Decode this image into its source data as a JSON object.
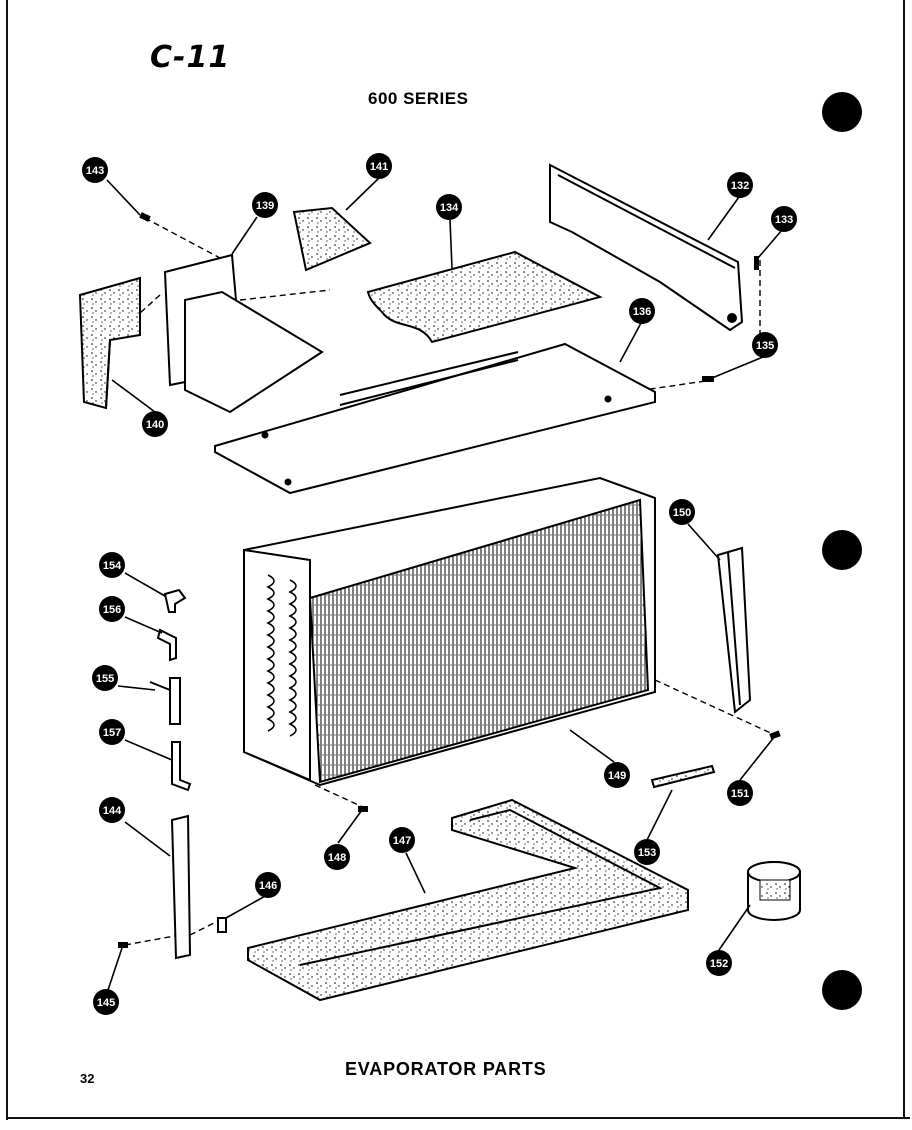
{
  "header": {
    "page_code": "C-11",
    "series_title": "600 SERIES"
  },
  "footer": {
    "page_number": "32",
    "section_title": "EVAPORATOR PARTS"
  },
  "callouts": [
    {
      "id": "c143",
      "label": "143",
      "part": "screw"
    },
    {
      "id": "c139",
      "label": "139",
      "part": "bracket"
    },
    {
      "id": "c141",
      "label": "141",
      "part": "insulation-pad"
    },
    {
      "id": "c134",
      "label": "134",
      "part": "insulation-sheet"
    },
    {
      "id": "c132",
      "label": "132",
      "part": "rear-panel"
    },
    {
      "id": "c133",
      "label": "133",
      "part": "screw"
    },
    {
      "id": "c136",
      "label": "136",
      "part": "top-panel"
    },
    {
      "id": "c135",
      "label": "135",
      "part": "screw"
    },
    {
      "id": "c140",
      "label": "140",
      "part": "side-bracket"
    },
    {
      "id": "c154",
      "label": "154",
      "part": "clip"
    },
    {
      "id": "c150",
      "label": "150",
      "part": "coil-support"
    },
    {
      "id": "c156",
      "label": "156",
      "part": "tube"
    },
    {
      "id": "c155",
      "label": "155",
      "part": "valve"
    },
    {
      "id": "c157",
      "label": "157",
      "part": "tube"
    },
    {
      "id": "c149",
      "label": "149",
      "part": "evaporator-coil"
    },
    {
      "id": "c151",
      "label": "151",
      "part": "screw"
    },
    {
      "id": "c144",
      "label": "144",
      "part": "support-post"
    },
    {
      "id": "c148",
      "label": "148",
      "part": "screw"
    },
    {
      "id": "c147",
      "label": "147",
      "part": "drain-pan-insulation"
    },
    {
      "id": "c153",
      "label": "153",
      "part": "strip"
    },
    {
      "id": "c146",
      "label": "146",
      "part": "clip"
    },
    {
      "id": "c145",
      "label": "145",
      "part": "screw"
    },
    {
      "id": "c152",
      "label": "152",
      "part": "adhesive-can"
    }
  ]
}
